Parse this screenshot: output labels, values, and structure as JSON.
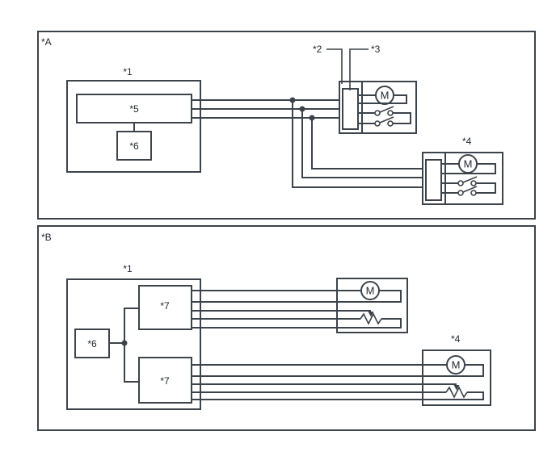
{
  "diagram": {
    "panel_a": {
      "label": "*A",
      "unit_label": "*1",
      "board_label": "*5",
      "sub_unit_label": "*6",
      "switch_assembly_label": "*2",
      "connector_label": "*3",
      "rear_assembly_label": "*4",
      "front_motor_letter": "M",
      "rear_motor_letter": "M"
    },
    "panel_b": {
      "label": "*B",
      "unit_label": "*1",
      "sub_unit_label": "*6",
      "module_top_label": "*7",
      "module_bottom_label": "*7",
      "rear_assembly_label": "*4",
      "front_motor_letter": "M",
      "rear_motor_letter": "M"
    },
    "colors": {
      "line": "#3c434a",
      "text": "#23282e",
      "background": "#ffffff"
    }
  }
}
